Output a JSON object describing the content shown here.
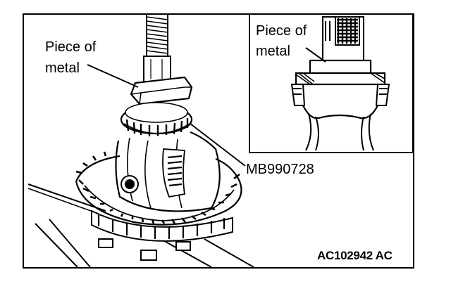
{
  "labels": {
    "main_piece_line1": "Piece of",
    "main_piece_line2": "metal",
    "inset_piece_line1": "Piece of",
    "inset_piece_line2": "metal",
    "tool_number": "MB990728",
    "figure_code": "AC102942 AC"
  }
}
